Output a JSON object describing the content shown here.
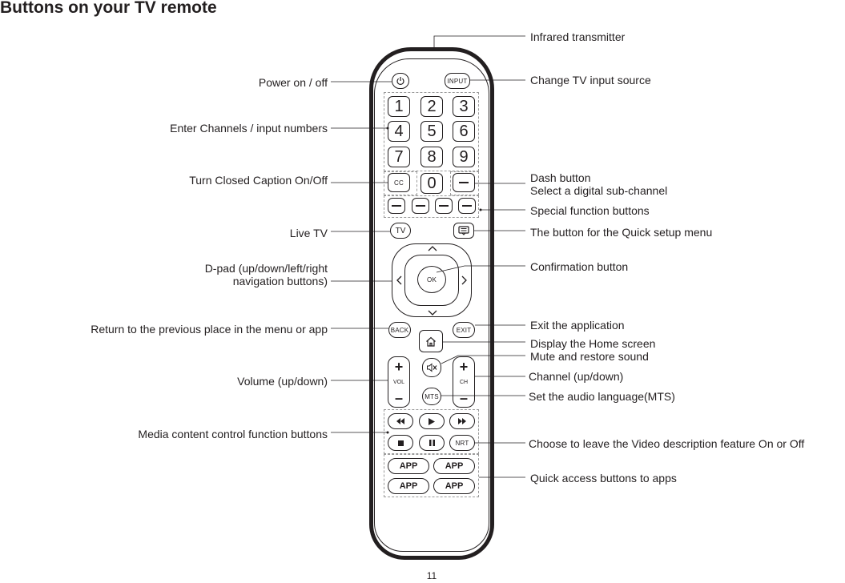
{
  "title": "Buttons on your TV remote",
  "page_number": "11",
  "labels_left": {
    "power": "Power on / off",
    "numbers": "Enter Channels / input numbers",
    "cc": "Turn Closed Caption On/Off",
    "live_tv": "Live TV",
    "dpad": "D-pad (up/down/left/right\nnavigation buttons)",
    "back": "Return to the previous place in the menu or app",
    "volume": "Volume (up/down)",
    "media": "Media content control function buttons"
  },
  "labels_right": {
    "ir": "Infrared transmitter",
    "input": "Change TV input source",
    "dash": "Dash button\nSelect a digital sub-channel",
    "special": "Special function buttons",
    "quick_menu": "The button for the Quick setup menu",
    "confirm": "Confirmation button",
    "exit": "Exit the application",
    "home": "Display the Home screen",
    "mute": "Mute and restore sound",
    "channel": "Channel (up/down)",
    "mts": "Set the audio language(MTS)",
    "nrt": "Choose to leave the Video description feature On or Off",
    "apps": "Quick access buttons to apps"
  },
  "remote": {
    "input": "INPUT",
    "digits": [
      "1",
      "2",
      "3",
      "4",
      "5",
      "6",
      "7",
      "8",
      "9"
    ],
    "zero": "0",
    "cc": "CC",
    "tv": "TV",
    "ok": "OK",
    "back": "BACK",
    "exit": "EXIT",
    "vol": "VOL",
    "ch": "CH",
    "mts": "MTS",
    "nrt": "NRT",
    "apps": [
      "APP",
      "APP",
      "APP",
      "APP"
    ],
    "plus": "+",
    "minus": "–"
  }
}
